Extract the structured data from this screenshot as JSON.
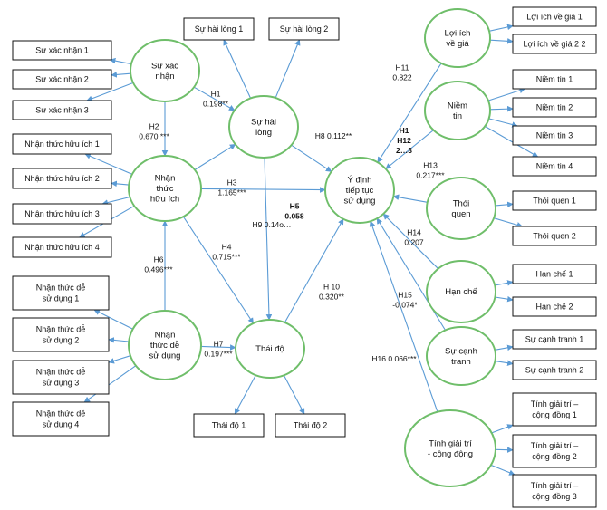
{
  "colors": {
    "construct_stroke": "#6fbe6a",
    "arrow": "#5b9bd5",
    "box_stroke": "#111111"
  },
  "constructs": {
    "su_xac_nhan": "Sự xác\nnhận",
    "su_hai_long": "Sự hài\nlòng",
    "nhan_thuc_huu_ich": "Nhận\nthức\nhữu ích",
    "nhan_thuc_de_su_dung": "Nhận\nthức dễ\nsử dụng",
    "thai_do": "Thái độ",
    "y_dinh": "Ý định\ntiếp tục\nsử dụng",
    "loi_ich_ve_gia": "Lợi ích\nvề giá",
    "niem_tin": "Niềm\ntin",
    "thoi_quen": "Thói\nquen",
    "han_che": "Hạn chế",
    "su_canh_tranh": "Sự cạnh\ntranh",
    "tinh_giai_tri": "Tính giải trí\n- cộng động"
  },
  "indicators": {
    "sxn1": "Sự xác nhận 1",
    "sxn2": "Sự xác nhận 2",
    "sxn3": "Sự xác nhận 3",
    "shl1": "Sự hài lòng 1",
    "shl2": "Sự hài lòng 2",
    "nthi1": "Nhận thức hữu ích 1",
    "nthi2": "Nhận thức hữu ích 2",
    "nthi3": "Nhận thức hữu ích 3",
    "nthi4": "Nhận thức hữu ích 4",
    "ntdsd1": "Nhận thức dễ\nsử dụng 1",
    "ntdsd2": "Nhận thức dễ\nsử dụng 2",
    "ntdsd3": "Nhận thức dễ\nsử dụng 3",
    "ntdsd4": "Nhận thức dễ\nsử dụng 4",
    "td1": "Thái độ 1",
    "td2": "Thái độ 2",
    "lig1": "Lợi ích về giá 1",
    "lig2": "Lợi ích về giá 2 2",
    "nt1": "Niềm tin 1",
    "nt2": "Niềm tin 2",
    "nt3": "Niềm tin 3",
    "nt4": "Niềm tin 4",
    "tq1": "Thói quen 1",
    "tq2": "Thói quen 2",
    "hc1": "Hạn chế 1",
    "hc2": "Hạn chế 2",
    "sct1": "Sự cạnh tranh 1",
    "sct2": "Sự cạnh tranh 2",
    "tgt1": "Tính giải trí –\ncộng đồng 1",
    "tgt2": "Tính giải trí –\ncộng đồng 2",
    "tgt3": "Tính giải trí –\ncộng đồng 3"
  },
  "paths": {
    "h1": "H1\n0.198**",
    "h2": "H2\n0.670 ***",
    "h3": "H3\n1.165***",
    "h4": "H4\n0.715***",
    "h5": "H5\n0.058",
    "h6": "H6\n0.496***",
    "h7": "H7\n0.197***",
    "h8": "H8 0.112**",
    "h9": "H9 0.14o…",
    "h10": "H 10\n0.320**",
    "h11": "H11\n0.822",
    "h12": "H1\nH12\n2…3",
    "h13": "H13\n0.217***",
    "h14": "H14\n0.207",
    "h15": "H15\n-0.074*",
    "h16": "H16 0.066***"
  }
}
